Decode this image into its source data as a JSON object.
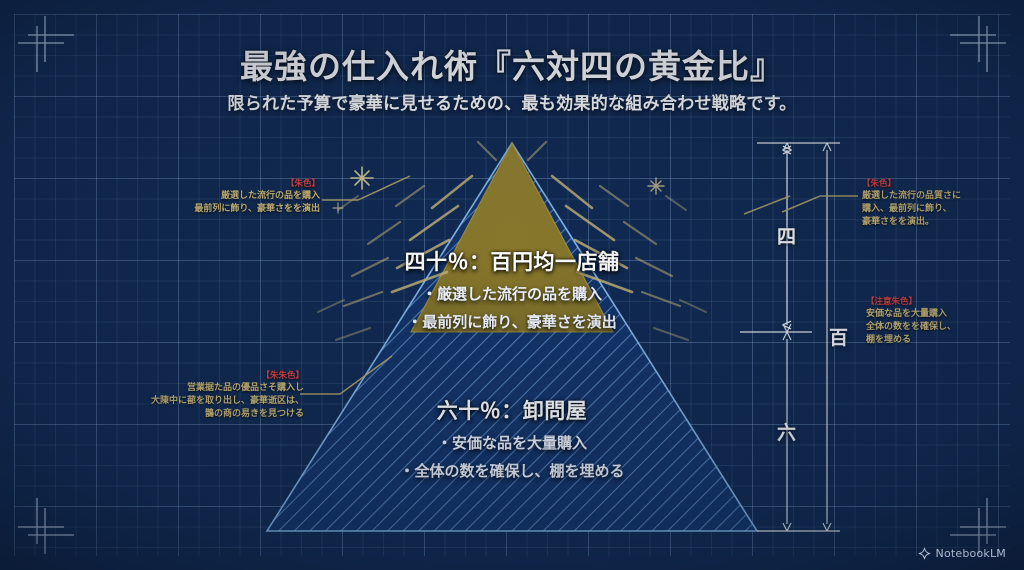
{
  "header": {
    "title": "最強の仕入れ術『六対四の黄金比』",
    "subtitle": "限られた予算で豪華に見せるための、最も効果的な組み合わせ戦略です。"
  },
  "pyramid": {
    "top_section": {
      "heading": "四十％：百円均一店舗",
      "bullets": [
        "・厳選した流行の品を購入",
        "・最前列に飾り、豪華さを演出"
      ],
      "ratio_percent": 40,
      "fill_color": "#8a7a2e"
    },
    "bottom_section": {
      "heading": "六十％：卸問屋",
      "bullets": [
        "・安価な品を大量購入",
        "・全体の数を確保し、棚を埋める"
      ],
      "ratio_percent": 60,
      "fill_color": "#16396e",
      "hatch_color": "#6f9fd8"
    }
  },
  "dimensions": {
    "top_label": "四",
    "bottom_label": "六",
    "total_label": "百"
  },
  "annotations": {
    "top_left": {
      "tag": "【朱色】",
      "lines": [
        "厳選した流行の品を購入",
        "最前列に飾り、豪華さをを演出"
      ]
    },
    "bottom_left": {
      "tag": "【朱朱色】",
      "lines": [
        "営業据た品の優品さそ購入し",
        "大陳中に蔀を取り出し、豪華逝区は、",
        "鵲の商の易きを見つける"
      ]
    },
    "top_right": {
      "tag": "【朱色】",
      "lines": [
        "厳選した流行の品質さに",
        "購入、最前列に飾り、",
        "豪華さをを演出。"
      ]
    },
    "bottom_right": {
      "tag": "【注意朱色】",
      "lines": [
        "安価な品を大量購入",
        "全体の数をを確保し、",
        "棚を埋める"
      ]
    }
  },
  "watermark": {
    "label": "NotebookLM",
    "icon": "spark-icon"
  },
  "theme": {
    "background": "#112a52",
    "grid_line": "#96b9eb",
    "gold": "#8a7a2e",
    "accent_blue": "#7fb2e5",
    "tag_red": "#e8443f",
    "note_gold": "#d9c27a"
  }
}
